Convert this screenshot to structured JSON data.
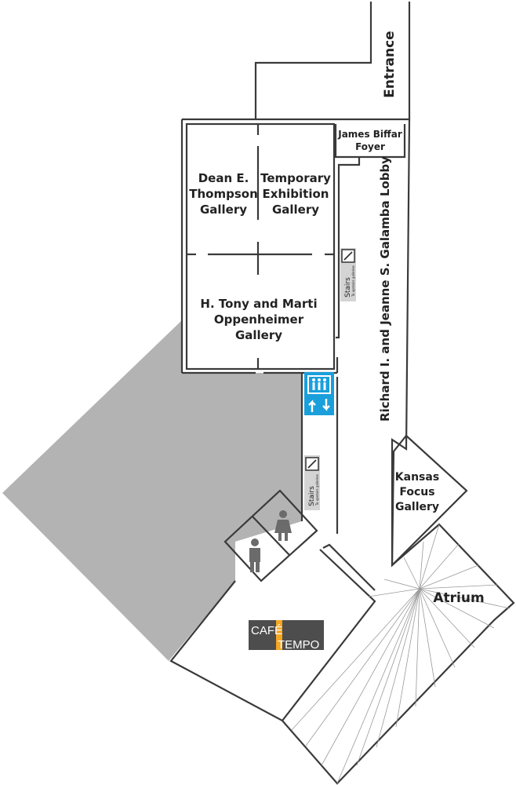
{
  "colors": {
    "wall": "#3a3a3a",
    "shaded_area": "#b3b3b3",
    "elevator_blue": "#1a9fdb",
    "cafe_dark": "#4d4d4d",
    "cafe_accent": "#f5a623",
    "restroom_gray": "#6b6b6b"
  },
  "labels": {
    "entrance": "Entrance",
    "foyer_line1": "James Biffar",
    "foyer_line2": "Foyer",
    "thompson_line1": "Dean E.",
    "thompson_line2": "Thompson",
    "thompson_line3": "Gallery",
    "temporary_line1": "Temporary",
    "temporary_line2": "Exhibition",
    "temporary_line3": "Gallery",
    "oppenheimer_line1": "H. Tony and Marti",
    "oppenheimer_line2": "Oppenheimer",
    "oppenheimer_line3": "Gallery",
    "lobby": "Richard I. and Jeanne S. Galamba Lobby",
    "kansas_line1": "Kansas",
    "kansas_line2": "Focus",
    "kansas_line3": "Gallery",
    "atrium": "Atrium",
    "stairs_upper": "Stairs",
    "stairs_upper_sub": "To upstairs galleries",
    "stairs_lower": "Stairs",
    "stairs_lower_sub": "To upstairs galleries",
    "cafe_line1": "CAFÉ",
    "cafe_line2": "TEMPO"
  },
  "icons": {
    "elevator": "elevator-icon",
    "stairs": "stairs-icon",
    "restroom_men": "men-restroom-icon",
    "restroom_women": "women-restroom-icon"
  }
}
